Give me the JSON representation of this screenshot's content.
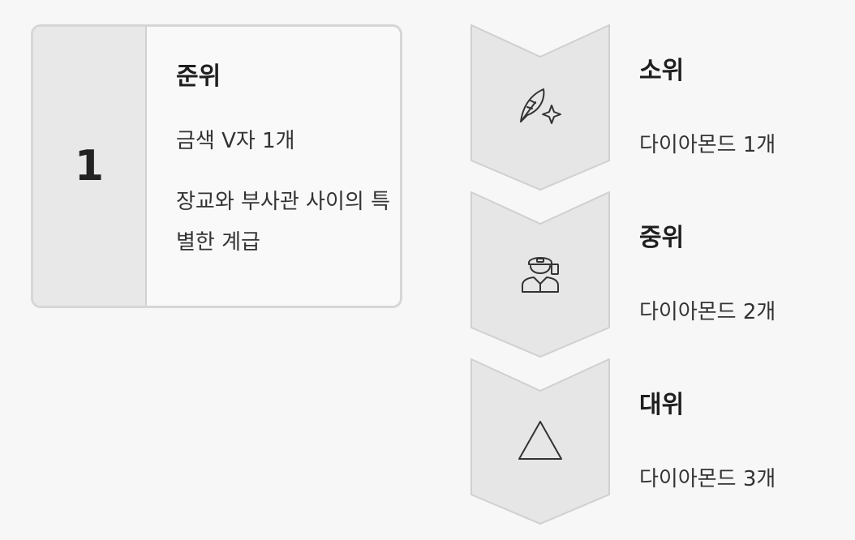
{
  "card": {
    "number": "1",
    "title": "준위",
    "line": "금색 V자 1개",
    "description": "장교와 부사관 사이의 특별한 계급"
  },
  "ranks": [
    {
      "title": "소위",
      "sub": "다이아몬드 1개",
      "icon": "feather-sparkle-icon"
    },
    {
      "title": "중위",
      "sub": "다이아몬드 2개",
      "icon": "officer-icon"
    },
    {
      "title": "대위",
      "sub": "다이아몬드 3개",
      "icon": "triangle-icon"
    }
  ],
  "colors": {
    "chevron_fill": "#e6e6e6",
    "chevron_stroke": "#d0d0d0",
    "card_border": "#d6d6d6"
  }
}
